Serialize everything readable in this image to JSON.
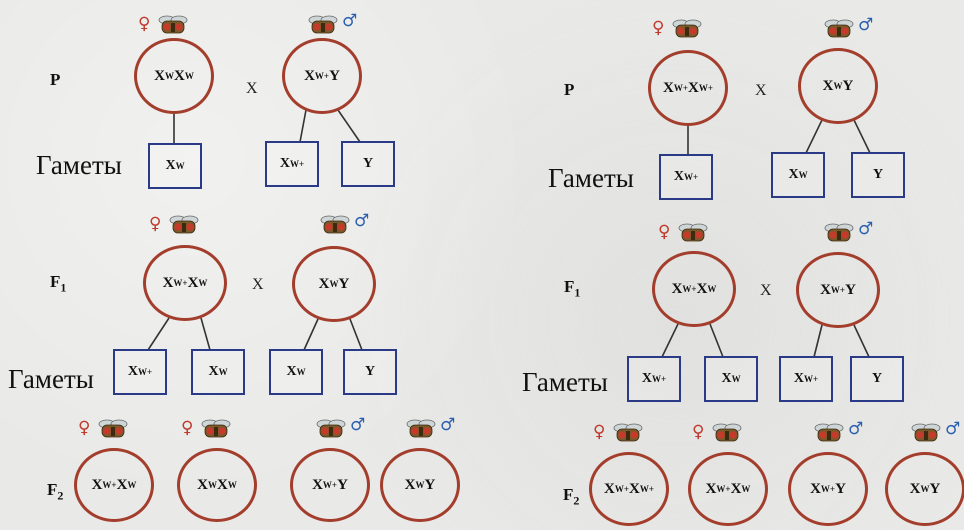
{
  "labels": {
    "gametes": "Гаметы",
    "cross": "X"
  },
  "generations": {
    "P": "P",
    "F1_base": "F",
    "F1_sub": "1",
    "F2_base": "F",
    "F2_sub": "2"
  },
  "symbols": {
    "female": "♀",
    "male": "♂"
  },
  "colors": {
    "circle": "#a33d2c",
    "box": "#2b3a87",
    "female": "#c0392b",
    "male": "#2a5fb0"
  },
  "icons": [
    "fly-icon",
    "female-symbol",
    "male-symbol"
  ],
  "panels": [
    {
      "p": [
        {
          "sex": "female",
          "geno": [
            [
              "X",
              "W"
            ],
            [
              "X",
              "W"
            ]
          ]
        },
        {
          "sex": "male",
          "geno": [
            [
              "X",
              "W+"
            ],
            [
              "Y",
              ""
            ]
          ]
        }
      ],
      "p_gametes": [
        [
          [
            "X",
            "W"
          ]
        ],
        [
          [
            "X",
            "W+"
          ]
        ],
        [
          [
            "Y",
            ""
          ]
        ]
      ],
      "f1": [
        {
          "sex": "female",
          "geno": [
            [
              "X",
              "W+"
            ],
            [
              "X",
              "W"
            ]
          ]
        },
        {
          "sex": "male",
          "geno": [
            [
              "X",
              "W"
            ],
            [
              "Y",
              ""
            ]
          ]
        }
      ],
      "f1_gametes": [
        [
          [
            "X",
            "W+"
          ]
        ],
        [
          [
            "X",
            "W"
          ]
        ],
        [
          [
            "X",
            "W"
          ]
        ],
        [
          [
            "Y",
            ""
          ]
        ]
      ],
      "f2": [
        {
          "sex": "female",
          "geno": [
            [
              "X",
              "W+"
            ],
            [
              "X",
              "W"
            ]
          ]
        },
        {
          "sex": "female",
          "geno": [
            [
              "X",
              "W"
            ],
            [
              "X",
              "W"
            ]
          ]
        },
        {
          "sex": "male",
          "geno": [
            [
              "X",
              "W+"
            ],
            [
              "Y",
              ""
            ]
          ]
        },
        {
          "sex": "male",
          "geno": [
            [
              "X",
              "W"
            ],
            [
              "Y",
              ""
            ]
          ]
        }
      ]
    },
    {
      "p": [
        {
          "sex": "female",
          "geno": [
            [
              "X",
              "W+"
            ],
            [
              "X",
              "W+"
            ]
          ]
        },
        {
          "sex": "male",
          "geno": [
            [
              "X",
              "W"
            ],
            [
              "Y",
              ""
            ]
          ]
        }
      ],
      "p_gametes": [
        [
          [
            "X",
            "W+"
          ]
        ],
        [
          [
            "X",
            "W"
          ]
        ],
        [
          [
            "Y",
            ""
          ]
        ]
      ],
      "f1": [
        {
          "sex": "female",
          "geno": [
            [
              "X",
              "W+"
            ],
            [
              "X",
              "W"
            ]
          ]
        },
        {
          "sex": "male",
          "geno": [
            [
              "X",
              "W+"
            ],
            [
              "Y",
              ""
            ]
          ]
        }
      ],
      "f1_gametes": [
        [
          [
            "X",
            "W+"
          ]
        ],
        [
          [
            "X",
            "W"
          ]
        ],
        [
          [
            "X",
            "W+"
          ]
        ],
        [
          [
            "Y",
            ""
          ]
        ]
      ],
      "f2": [
        {
          "sex": "female",
          "geno": [
            [
              "X",
              "W+"
            ],
            [
              "X",
              "W+"
            ]
          ]
        },
        {
          "sex": "female",
          "geno": [
            [
              "X",
              "W+"
            ],
            [
              "X",
              "W"
            ]
          ]
        },
        {
          "sex": "male",
          "geno": [
            [
              "X",
              "W+"
            ],
            [
              "Y",
              ""
            ]
          ]
        },
        {
          "sex": "male",
          "geno": [
            [
              "X",
              "W"
            ],
            [
              "Y",
              ""
            ]
          ]
        }
      ]
    }
  ]
}
